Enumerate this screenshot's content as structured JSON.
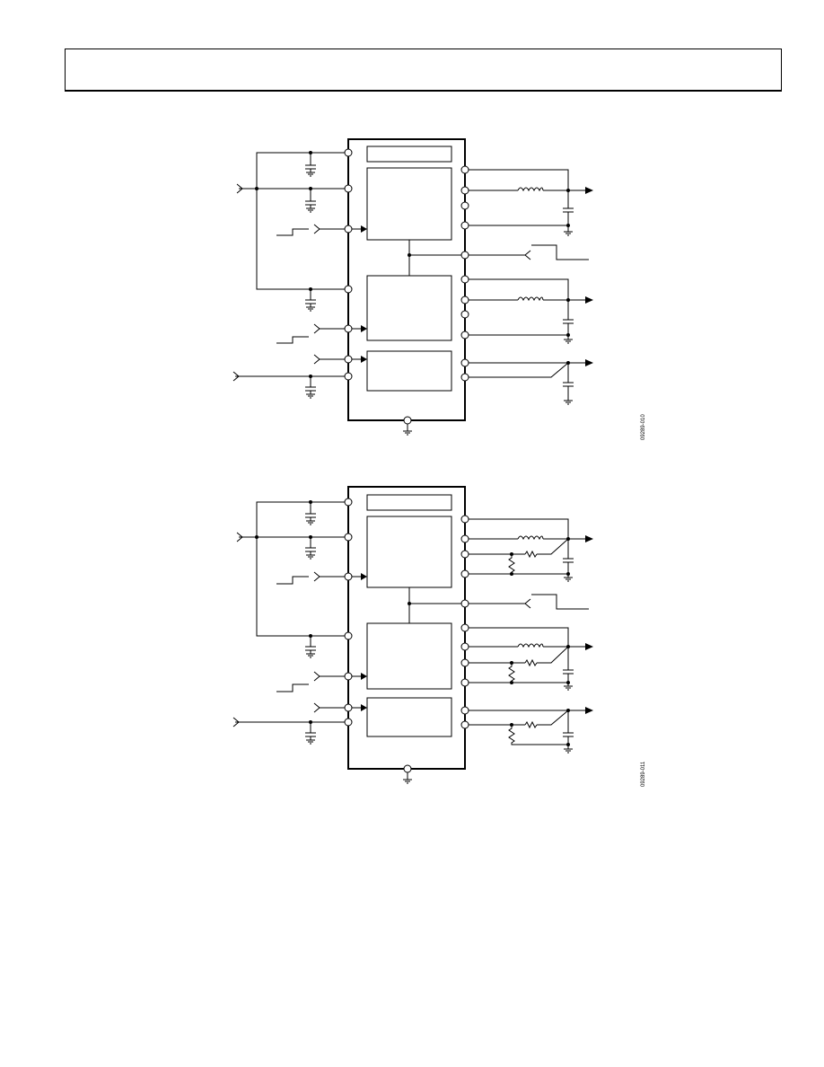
{
  "figures": [
    {
      "id": "fig1",
      "figure_code": "09289-010"
    },
    {
      "id": "fig2",
      "figure_code": "09289-011"
    }
  ]
}
